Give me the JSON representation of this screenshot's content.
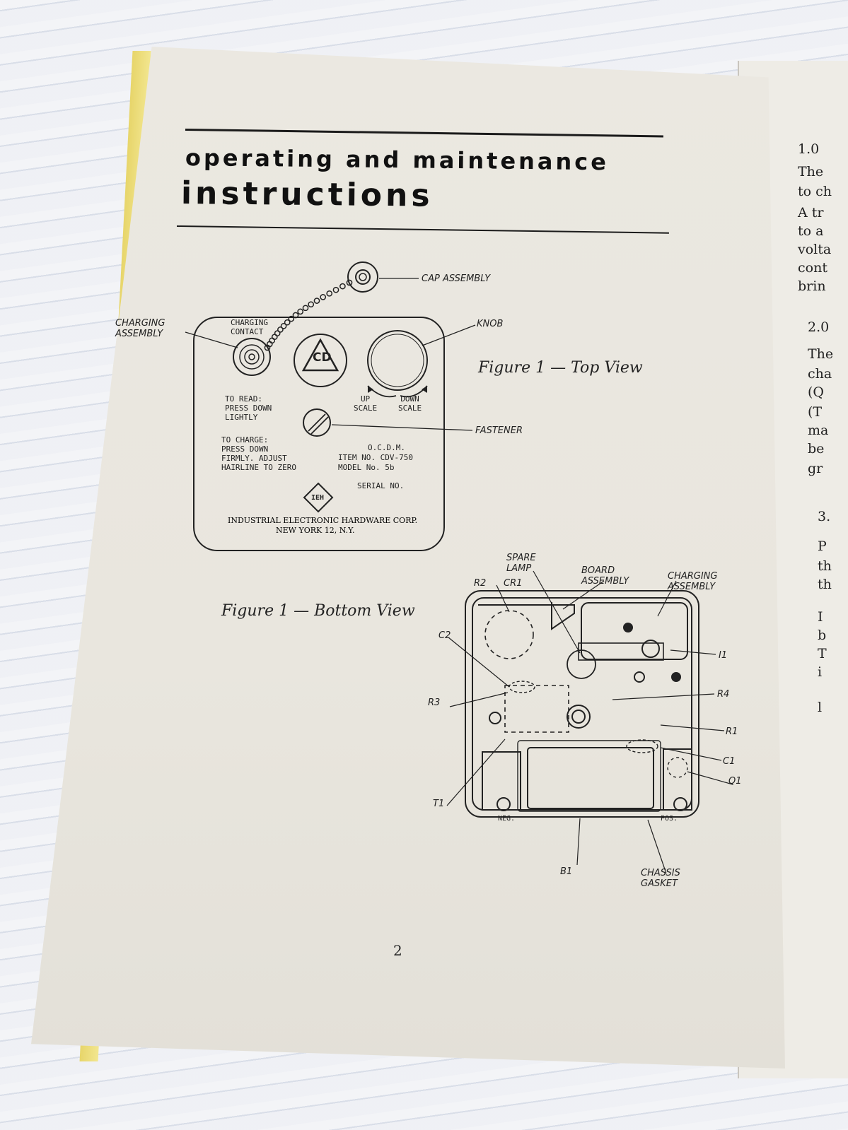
{
  "header": {
    "line1": "operating and maintenance",
    "line2": "instructions"
  },
  "top_view": {
    "caption": "Figure 1 — Top View",
    "charging_contact": "CHARGING\nCONTACT",
    "cd_logo": "CD",
    "read_instr": "TO READ:\nPRESS DOWN\nLIGHTLY",
    "up_scale": "UP\nSCALE",
    "down_scale": "DOWN\nSCALE",
    "charge_instr": "TO CHARGE:\nPRESS DOWN\nFIRMLY. ADJUST\nHAIRLINE TO ZERO",
    "ocdm": "O.C.D.M.",
    "item_no": "ITEM NO. CDV-750",
    "model_no": "MODEL No. 5b",
    "serial_no": "SERIAL NO.",
    "maker_logo": "IEH",
    "maker": "INDUSTRIAL ELECTRONIC HARDWARE CORP.",
    "maker_city": "NEW YORK 12, N.Y.",
    "callouts": {
      "cap": "CAP ASSEMBLY",
      "knob": "KNOB",
      "charging": "CHARGING\nASSEMBLY",
      "fastener": "FASTENER"
    }
  },
  "bottom_view": {
    "caption": "Figure 1 — Bottom View",
    "callouts": {
      "spare_lamp": "SPARE\nLAMP",
      "cr1": "CR1",
      "r2": "R2",
      "c2": "C2",
      "board": "BOARD\nASSEMBLY",
      "charging": "CHARGING\nASSEMBLY",
      "i1": "I1",
      "r4": "R4",
      "r1": "R1",
      "c1": "C1",
      "q1": "Q1",
      "r3": "R3",
      "t1": "T1",
      "b1": "B1",
      "chassis": "CHASSIS\nGASKET"
    },
    "neg": "NEG.",
    "pos": "POS."
  },
  "page_number": "2",
  "right_page_fragments": [
    "1.0",
    "The",
    "to ch",
    "A tr",
    "to a",
    "volta",
    "cont",
    "brin",
    "2.0",
    "The",
    "cha",
    "(Q",
    "(T",
    "ma",
    "be",
    "gr",
    "3.",
    "P",
    "th",
    "th",
    "I",
    "b",
    "T",
    "i",
    "l"
  ]
}
